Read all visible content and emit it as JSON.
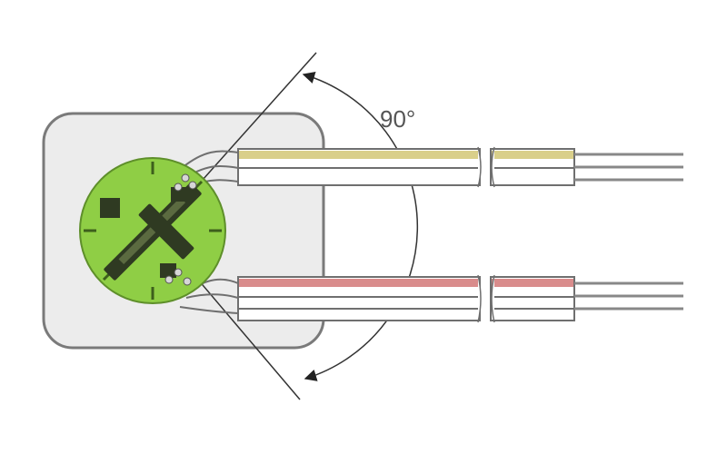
{
  "diagram": {
    "angle_label": "90°",
    "colors": {
      "housing_fill": "#ececec",
      "housing_stroke": "#7a7a7a",
      "disc_fill": "#8fce45",
      "disc_stroke": "#5e8f2a",
      "gauge_dark": "#2f3a22",
      "cable_stroke": "#6f6f6f",
      "upper_stripe": "#d9cf8a",
      "lower_stripe": "#d98c8c",
      "wire": "#888888",
      "dimension_line": "#333333"
    },
    "cables": [
      {
        "name": "upper-cable",
        "stripe_color": "upper_stripe"
      },
      {
        "name": "lower-cable",
        "stripe_color": "lower_stripe"
      }
    ]
  }
}
